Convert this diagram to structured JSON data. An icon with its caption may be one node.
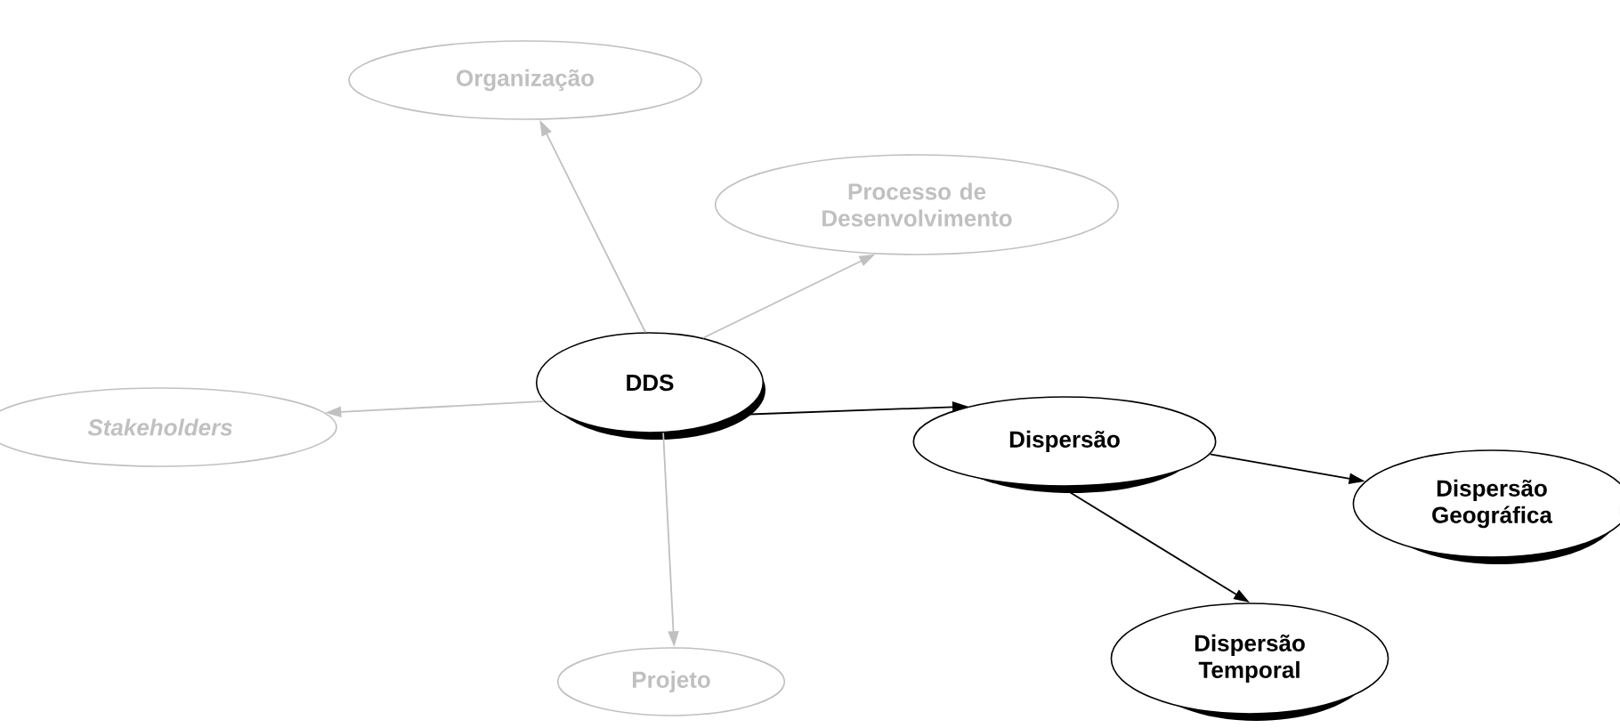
{
  "diagram": {
    "nodes": [
      {
        "text": [
          "DDS"
        ]
      },
      {
        "text": [
          "Organização"
        ]
      },
      {
        "text": [
          "Processo de Desenvolvimento"
        ]
      },
      {
        "text": [
          "Stakeholders"
        ]
      },
      {
        "text": [
          "Projeto"
        ]
      },
      {
        "text": [
          "Dispersão"
        ]
      },
      {
        "text": [
          "Dispersão Geográfica"
        ]
      },
      {
        "text": [
          "Dispersão Temporal"
        ]
      }
    ],
    "edges": [
      {
        "from": 0,
        "to": 1,
        "arrow": "to"
      },
      {
        "from": 0,
        "to": 2,
        "arrow": "to"
      },
      {
        "from": 0,
        "to": 3,
        "arrow": "to"
      },
      {
        "from": 0,
        "to": 4,
        "arrow": "to"
      },
      {
        "from": 0,
        "to": 5,
        "arrow": "to",
        "color": "#000000"
      },
      {
        "from": 5,
        "to": 6,
        "arrow": "to",
        "color": "#000000"
      },
      {
        "from": 5,
        "to": 7,
        "arrow": "to",
        "color": "#000000"
      }
    ]
  }
}
